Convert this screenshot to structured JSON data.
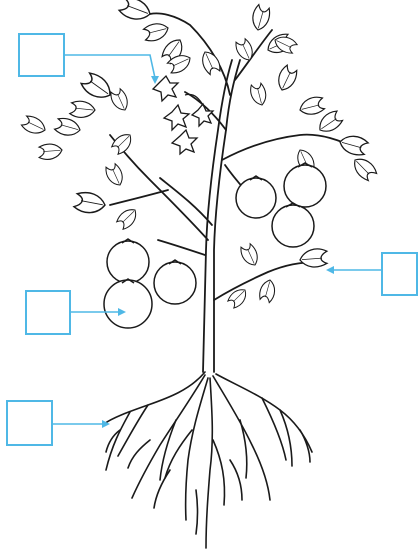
{
  "labels": [
    {
      "part": "flower",
      "answer": ""
    },
    {
      "part": "leaf",
      "answer": ""
    },
    {
      "part": "fruit",
      "answer": ""
    },
    {
      "part": "root",
      "answer": ""
    }
  ],
  "colors": {
    "label_border": "#4fb8e6",
    "pointer_line": "#4fb8e6",
    "drawing_ink": "#1a1a1a",
    "background": "#ffffff"
  },
  "icons": {
    "plant": "tomato-plant-illustration",
    "flower": "flower-icon",
    "fruit": "tomato-fruit-icon",
    "leaf": "leaf-icon",
    "root": "root-icon"
  }
}
